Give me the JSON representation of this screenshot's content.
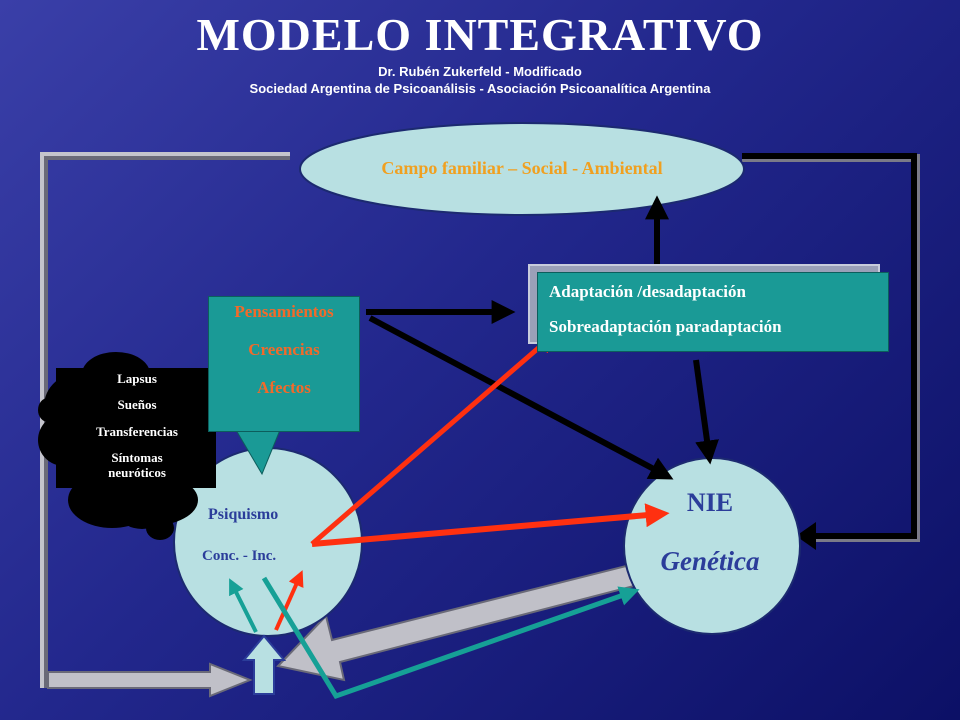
{
  "header": {
    "title": "MODELO INTEGRATIVO",
    "author": "Dr. Rubén Zukerfeld - Modificado",
    "institutions": "Sociedad Argentina de Psicoanálisis - Asociación Psicoanalítica Argentina"
  },
  "nodes": {
    "campo": "Campo familiar – Social - Ambiental",
    "pensamientos": [
      "Pensamientos",
      "Creencias",
      "Afectos"
    ],
    "adaptacion": [
      "Adaptación /desadaptación",
      "Sobreadaptación paradaptación"
    ],
    "cloud": [
      "Lapsus",
      "Sueños",
      "Transferencias",
      "Síntomas",
      "neuróticos"
    ],
    "psiquismo": "Psiquismo",
    "conc_inc": "Conc. -  Inc.",
    "nie": "NIE",
    "genetica": "Genética"
  },
  "colors": {
    "background": "#22278c",
    "node_fill": "#b8e0e2",
    "teal_box": "#1a9a96",
    "red_arrow": "#ff3010",
    "teal_arrow": "#16a096",
    "gray_arrow": "#c0c0c8",
    "black_arrow": "#000000",
    "orange_text": "#f26a2a",
    "blue_text": "#2b3d9a"
  }
}
